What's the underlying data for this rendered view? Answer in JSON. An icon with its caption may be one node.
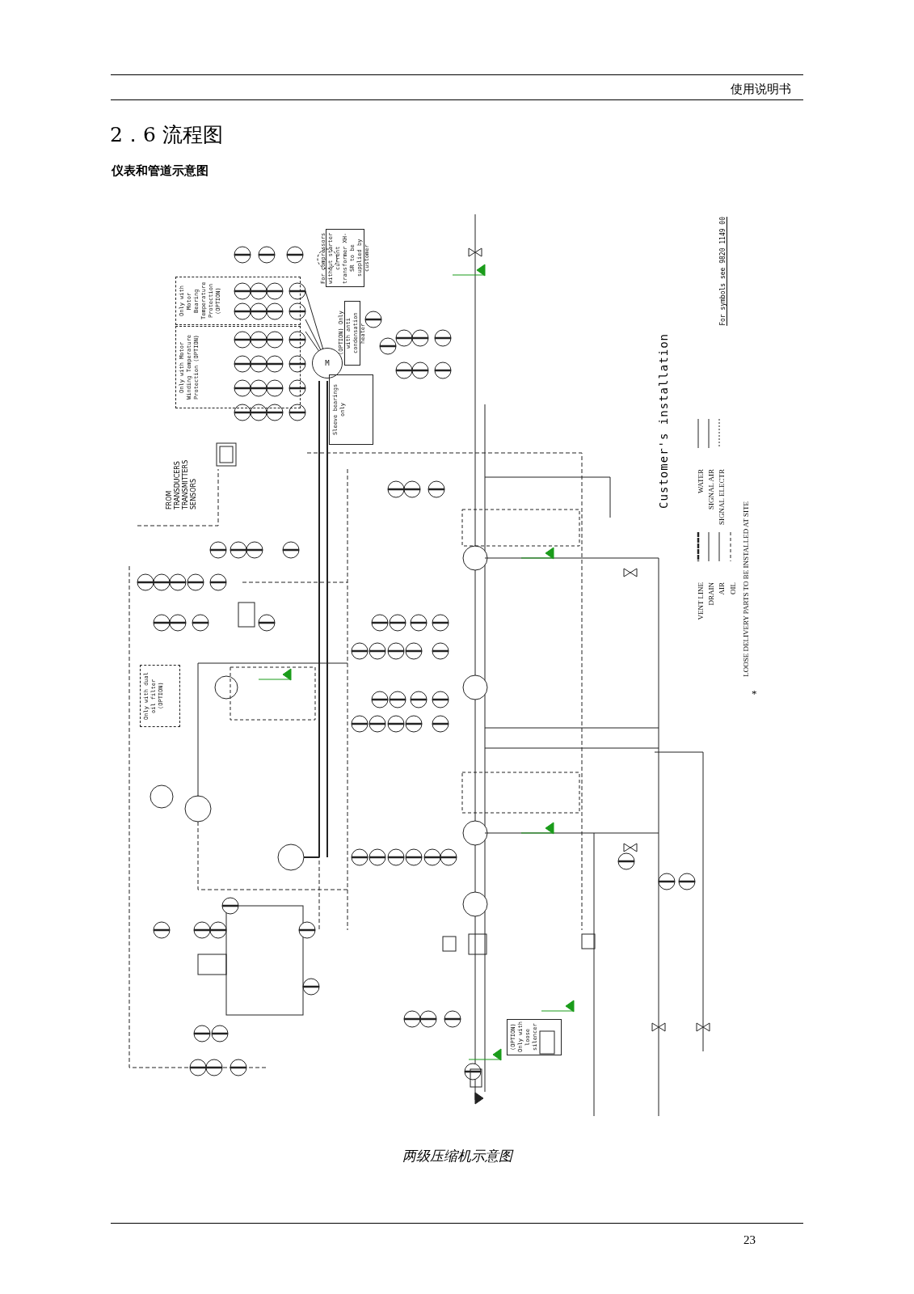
{
  "diagram": {
    "title": "2．6 流程图",
    "caption": "两级压缩机示意图",
    "nodes": [
      {
        "text": [
          "Only with Motor Bearing Temperature Protection (OPTION)"
        ]
      },
      {
        "text": [
          "Only with Motor Winding Temperature Protection (OPTION)"
        ]
      },
      {
        "text": [
          "For compressors without starter current transformer XH-SR to be supplied by customer"
        ]
      },
      {
        "text": [
          "(OPTION) Only with anti condensation heater"
        ]
      },
      {
        "text": [
          "M"
        ]
      },
      {
        "text": [
          "Sleeve bearings only"
        ]
      },
      {
        "text": [
          "Only with dual oil filter (OPTION)"
        ]
      },
      {
        "text": [
          "(OPTION) Only with loose silencer"
        ]
      }
    ],
    "labels": [
      "使用说明书",
      "仪表和管道示意图",
      "FROM TRANSDUCERS TRANSMITTERS SENSORS",
      "Customer's installation",
      "For symbols see 9820 1149 00",
      "*",
      "23"
    ],
    "legend": [
      {
        "text": "VENT LINE"
      },
      {
        "text": "DRAIN"
      },
      {
        "text": "AIR"
      },
      {
        "text": "OIL"
      },
      {
        "text": "WATER"
      },
      {
        "text": "SIGNAL AIR"
      },
      {
        "text": "SIGNAL ELECTR"
      },
      {
        "text": "LOOSE DELIVERY PARTS TO BE INSTALLED AT SITE"
      }
    ]
  }
}
